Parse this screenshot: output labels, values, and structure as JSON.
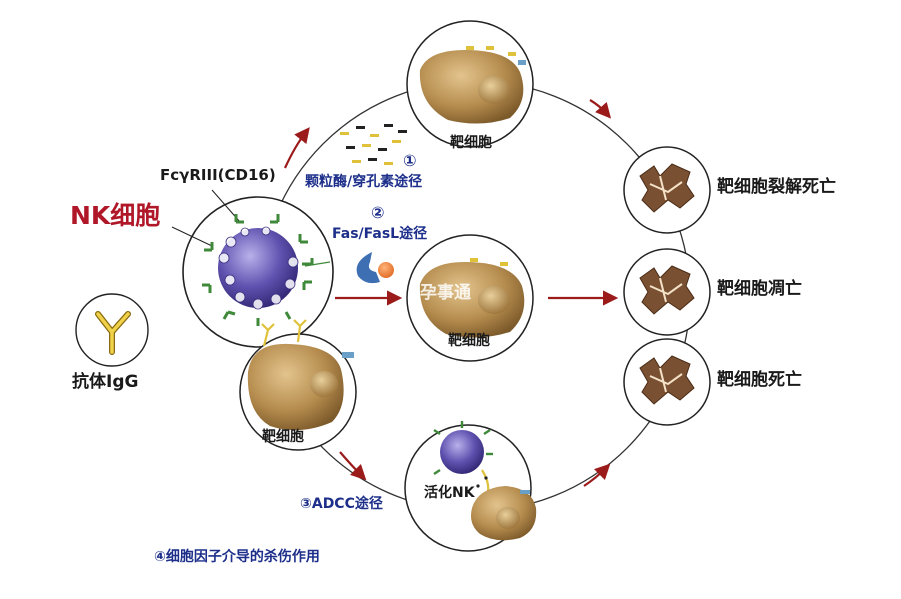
{
  "labels": {
    "nk_cell": "NK细胞",
    "receptor": "FcγRIII(CD16)",
    "antibody": "抗体IgG",
    "target_cell": "靶细胞",
    "activated_nk": "活化NK",
    "watermark": "孕事通"
  },
  "pathways": {
    "p1_number": "①",
    "p1": "颗粒酶/穿孔素途径",
    "p2_number": "②",
    "p2": "Fas/FasL途径",
    "p3": "③ADCC途径",
    "p4": "④细胞因子介导的杀伤作用"
  },
  "results": {
    "lysis": "靶细胞裂解死亡",
    "apoptosis": "靶细胞凋亡",
    "death": "靶细胞死亡"
  },
  "colors": {
    "nk_text": "#b0182a",
    "pathway_text": "#1d2f8a",
    "arrow": "#9b1b1b",
    "cell_body": "#b58c4e",
    "nk_nucleus": "#4b3f95",
    "receptor": "#3f8a3a",
    "antibody": "#e0c23a"
  }
}
